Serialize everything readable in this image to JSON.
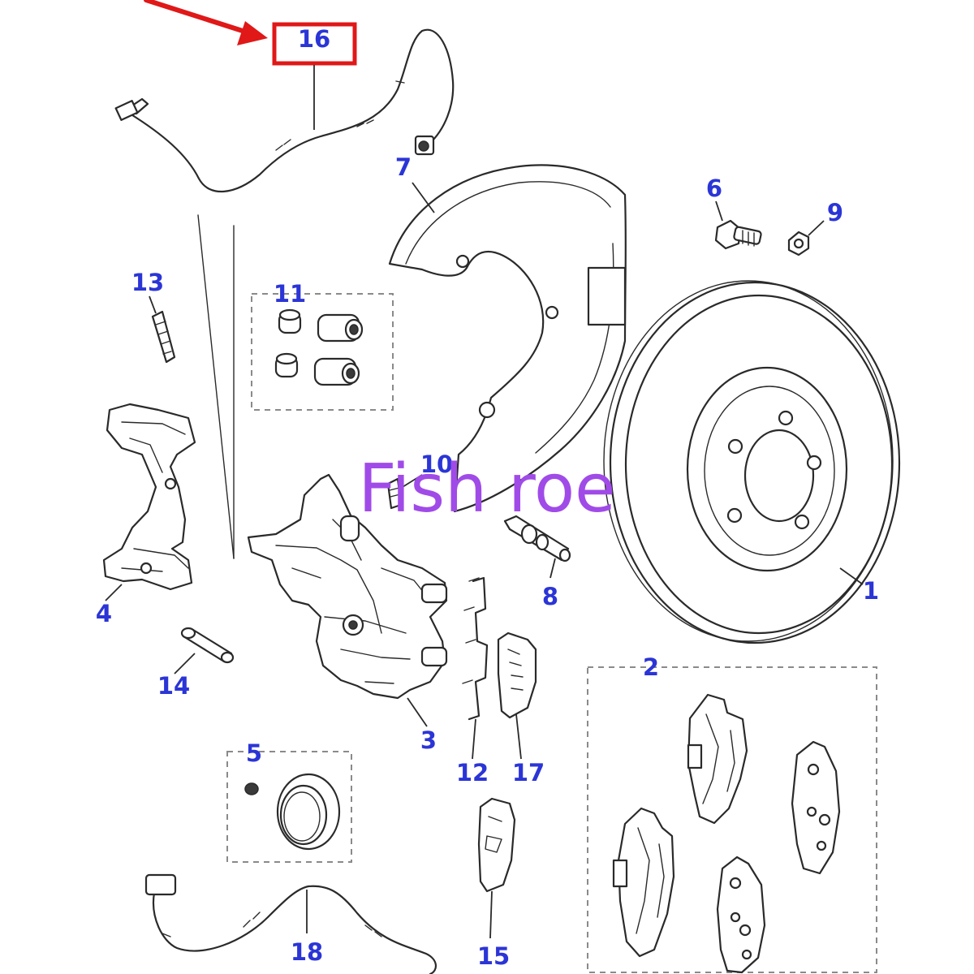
{
  "colors": {
    "label": "#2b35d6",
    "highlight": "#e01818",
    "watermark": "#a04be8",
    "line": "#2a2a2a"
  },
  "watermark": "Fish roe",
  "highlighted_part": "16",
  "parts": {
    "p1": "1",
    "p2": "2",
    "p3": "3",
    "p4": "4",
    "p5": "5",
    "p6": "6",
    "p7": "7",
    "p8": "8",
    "p9": "9",
    "p10": "10",
    "p11": "11",
    "p12": "12",
    "p13": "13",
    "p14": "14",
    "p15": "15",
    "p16": "16",
    "p17": "17",
    "p18": "18"
  }
}
